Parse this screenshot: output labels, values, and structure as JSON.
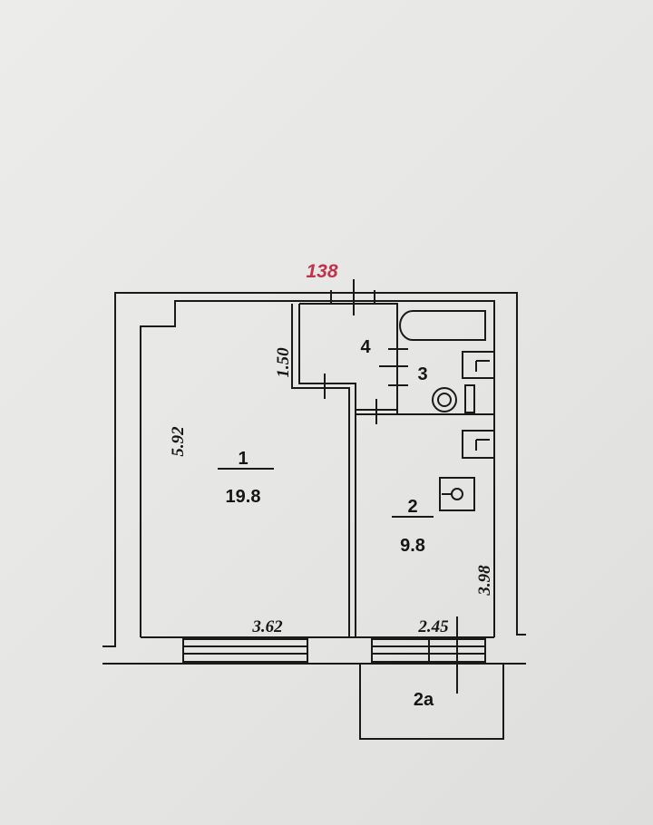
{
  "plan": {
    "apartment_number": "138",
    "accent_color": "#c0334a",
    "rooms": [
      {
        "number": "1",
        "area": "19.8"
      },
      {
        "number": "2",
        "area": "9.8"
      },
      {
        "number": "3"
      },
      {
        "number": "4"
      },
      {
        "number": "2a"
      }
    ],
    "dimensions": {
      "room1_length": "5.92",
      "room1_width": "3.62",
      "corridor": "1.50",
      "room2_length": "3.98",
      "room2_width": "2.45"
    }
  }
}
